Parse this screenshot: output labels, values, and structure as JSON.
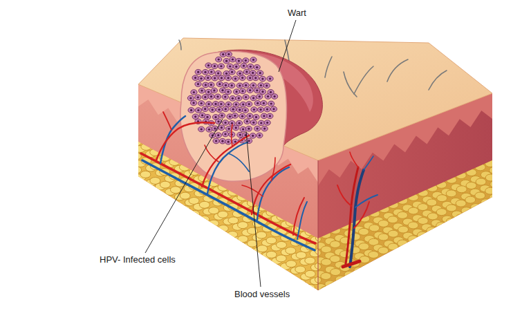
{
  "diagram": {
    "labels": [
      "Wart",
      "HPV- Infected cells",
      "Blood vessels"
    ]
  }
}
